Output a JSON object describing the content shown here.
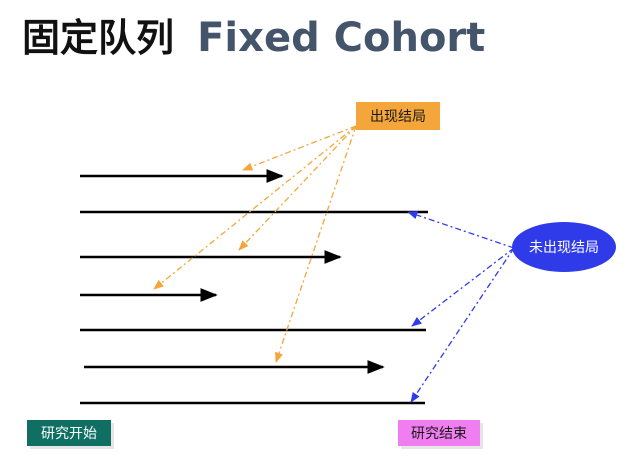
{
  "title": {
    "cn": "固定队列",
    "en": "Fixed Cohort"
  },
  "labels": {
    "outcome": "出现结局",
    "no_outcome": "未出现结局",
    "study_start": "研究开始",
    "study_end": "研究结束"
  },
  "colors": {
    "timeline": "#000000",
    "outcome_box": "#f4a63a",
    "outcome_pointer": "#f4a63a",
    "no_outcome_ellipse": "#2f3be8",
    "no_outcome_pointer": "#2f3be8",
    "start_box": "#0f6f63",
    "end_box": "#f07ef0"
  },
  "cohort_lines": [
    {
      "id": 1,
      "status": "outcome"
    },
    {
      "id": 2,
      "status": "no_outcome"
    },
    {
      "id": 3,
      "status": "outcome"
    },
    {
      "id": 4,
      "status": "outcome"
    },
    {
      "id": 5,
      "status": "no_outcome"
    },
    {
      "id": 6,
      "status": "outcome"
    },
    {
      "id": 7,
      "status": "no_outcome"
    }
  ]
}
